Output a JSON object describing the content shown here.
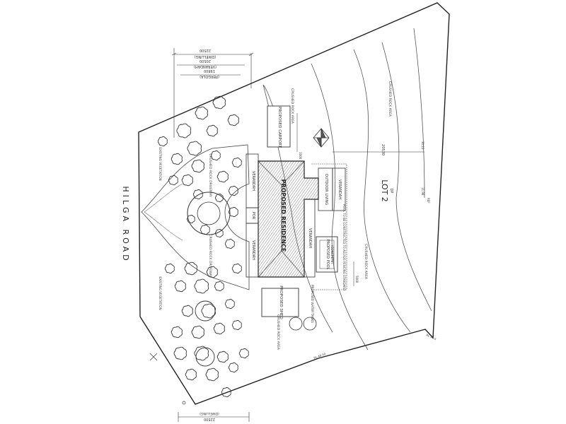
{
  "road_name": "HILGA ROAD",
  "lot": {
    "title": "LOT 2",
    "subtitle": "DP"
  },
  "dimensions": {
    "top_overall": "22500",
    "top_setbacks": [
      "(DWELLING)",
      "20500",
      "(VERANDAH)",
      "19800",
      "(PERGOLA)"
    ],
    "bottom_overall": "22500",
    "bottom_setback": "(DWELLING)",
    "mid_width": "20530",
    "pool_offset": "5000",
    "carport_offset": "1000"
  },
  "labels": {
    "verandah": "VERANDAH",
    "proposed_residence": "PROPOSED RESIDENCE",
    "proposed_carport": "PROPOSED CARPORT",
    "outdoor_living": "OUTDOOR LIVING",
    "proposed_pool": "PROPOSED POOL",
    "pool_note": "(CONCRETE)",
    "proposed_shed": "PROPOSED SHED",
    "por": "POR",
    "crushed_rock_area": "CRUSHED ROCK AREA",
    "crushed_rock_driveway": "CRUSHED ROCK DRIVEWAY",
    "existing_vegetation": "EXISTING VEGETATION",
    "water_tanks": "PROPOSED WATER TANKS",
    "pool_fence_note": "POOL TO BE CONSTRUCTED TO AS1926 FENCING STANDARD"
  }
}
